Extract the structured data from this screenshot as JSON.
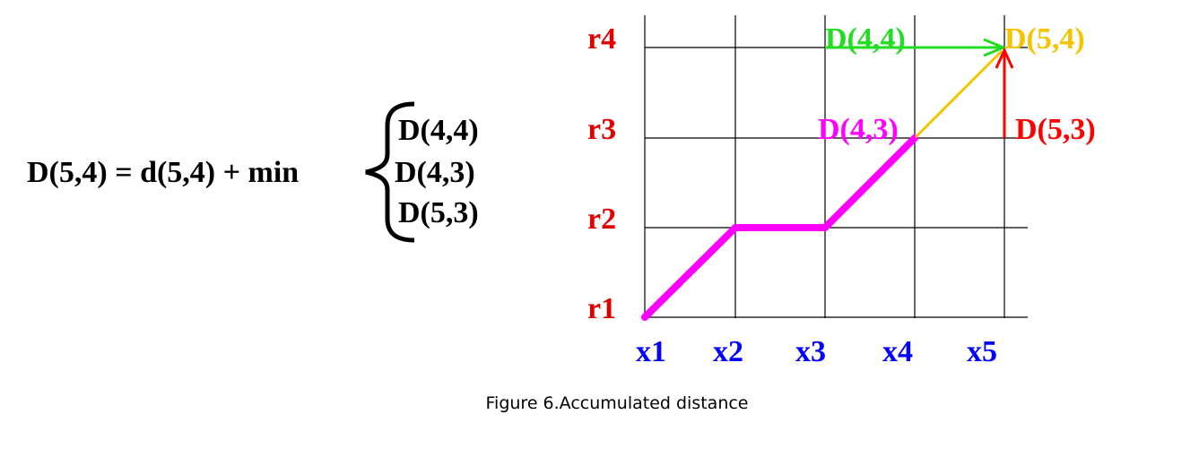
{
  "equation": {
    "lhs": "D(5,4) = d(5,4) + min",
    "options": [
      "D(4,4)",
      "D(4,3)",
      "D(5,3)"
    ]
  },
  "grid": {
    "row_labels": [
      "r1",
      "r2",
      "r3",
      "r4"
    ],
    "col_labels": [
      "x1",
      "x2",
      "x3",
      "x4",
      "x5"
    ]
  },
  "path": {
    "points": [
      [
        1,
        1
      ],
      [
        2,
        2
      ],
      [
        3,
        2
      ],
      [
        4,
        3
      ]
    ],
    "color": "#ff00ff"
  },
  "nodes": [
    {
      "label": "D(4,4)",
      "color": "#22dd22"
    },
    {
      "label": "D(5,4)",
      "color": "#f5c400"
    },
    {
      "label": "D(4,3)",
      "color": "#ff00ff"
    },
    {
      "label": "D(5,3)",
      "color": "#ff0000"
    }
  ],
  "arrows": [
    {
      "from": "D(4,4)",
      "to": "D(5,4)",
      "color": "#22dd22"
    },
    {
      "from": "D(4,3)",
      "to": "D(5,4)",
      "color": "#f5c400"
    },
    {
      "from": "D(5,3)",
      "to": "D(5,4)",
      "color": "#ff0000"
    }
  ],
  "colors": {
    "row_label": "#e00000",
    "col_label": "#0000ff",
    "grid_line": "#000000"
  },
  "caption": "Figure 6.Accumulated distance"
}
